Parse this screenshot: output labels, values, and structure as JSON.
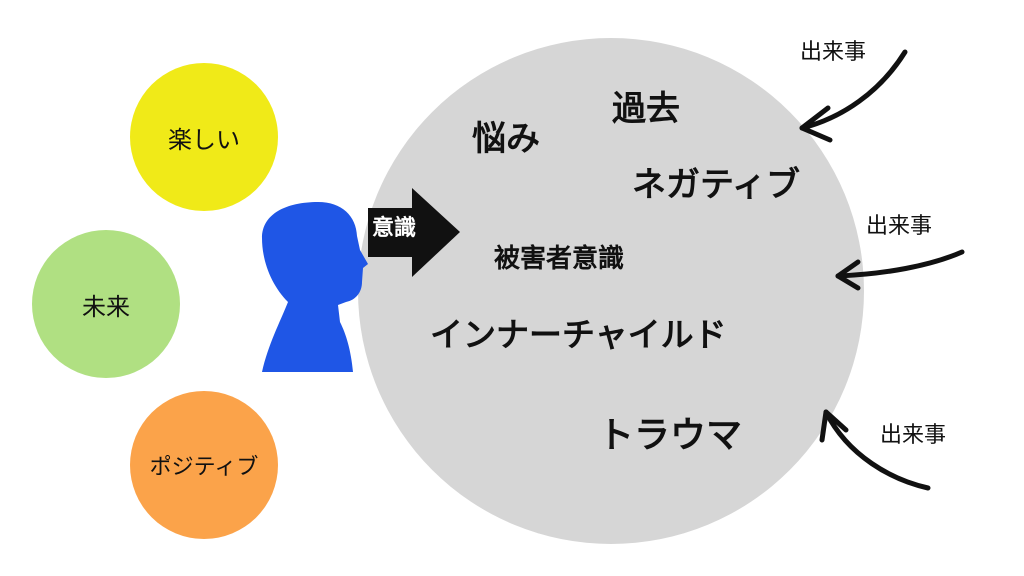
{
  "left_bubbles": {
    "tanoshii": "楽しい",
    "mirai": "未来",
    "positive": "ポジティブ"
  },
  "arrow_label": "意識",
  "circle_words": {
    "nayami": "悩み",
    "kako": "過去",
    "negative": "ネガティブ",
    "higaisha": "被害者意識",
    "inner_child": "インナーチャイルド",
    "trauma": "トラウマ"
  },
  "events": [
    "出来事",
    "出来事",
    "出来事"
  ],
  "colors": {
    "yellow": "#f0ea18",
    "green": "#b0e082",
    "orange": "#fba34a",
    "head": "#1f56e6",
    "circle": "#d6d6d6",
    "arrow": "#111111"
  },
  "icons": {
    "head": "head-silhouette-icon",
    "arrow": "right-arrow-icon",
    "event_arrows": "curved-arrow-icon"
  }
}
